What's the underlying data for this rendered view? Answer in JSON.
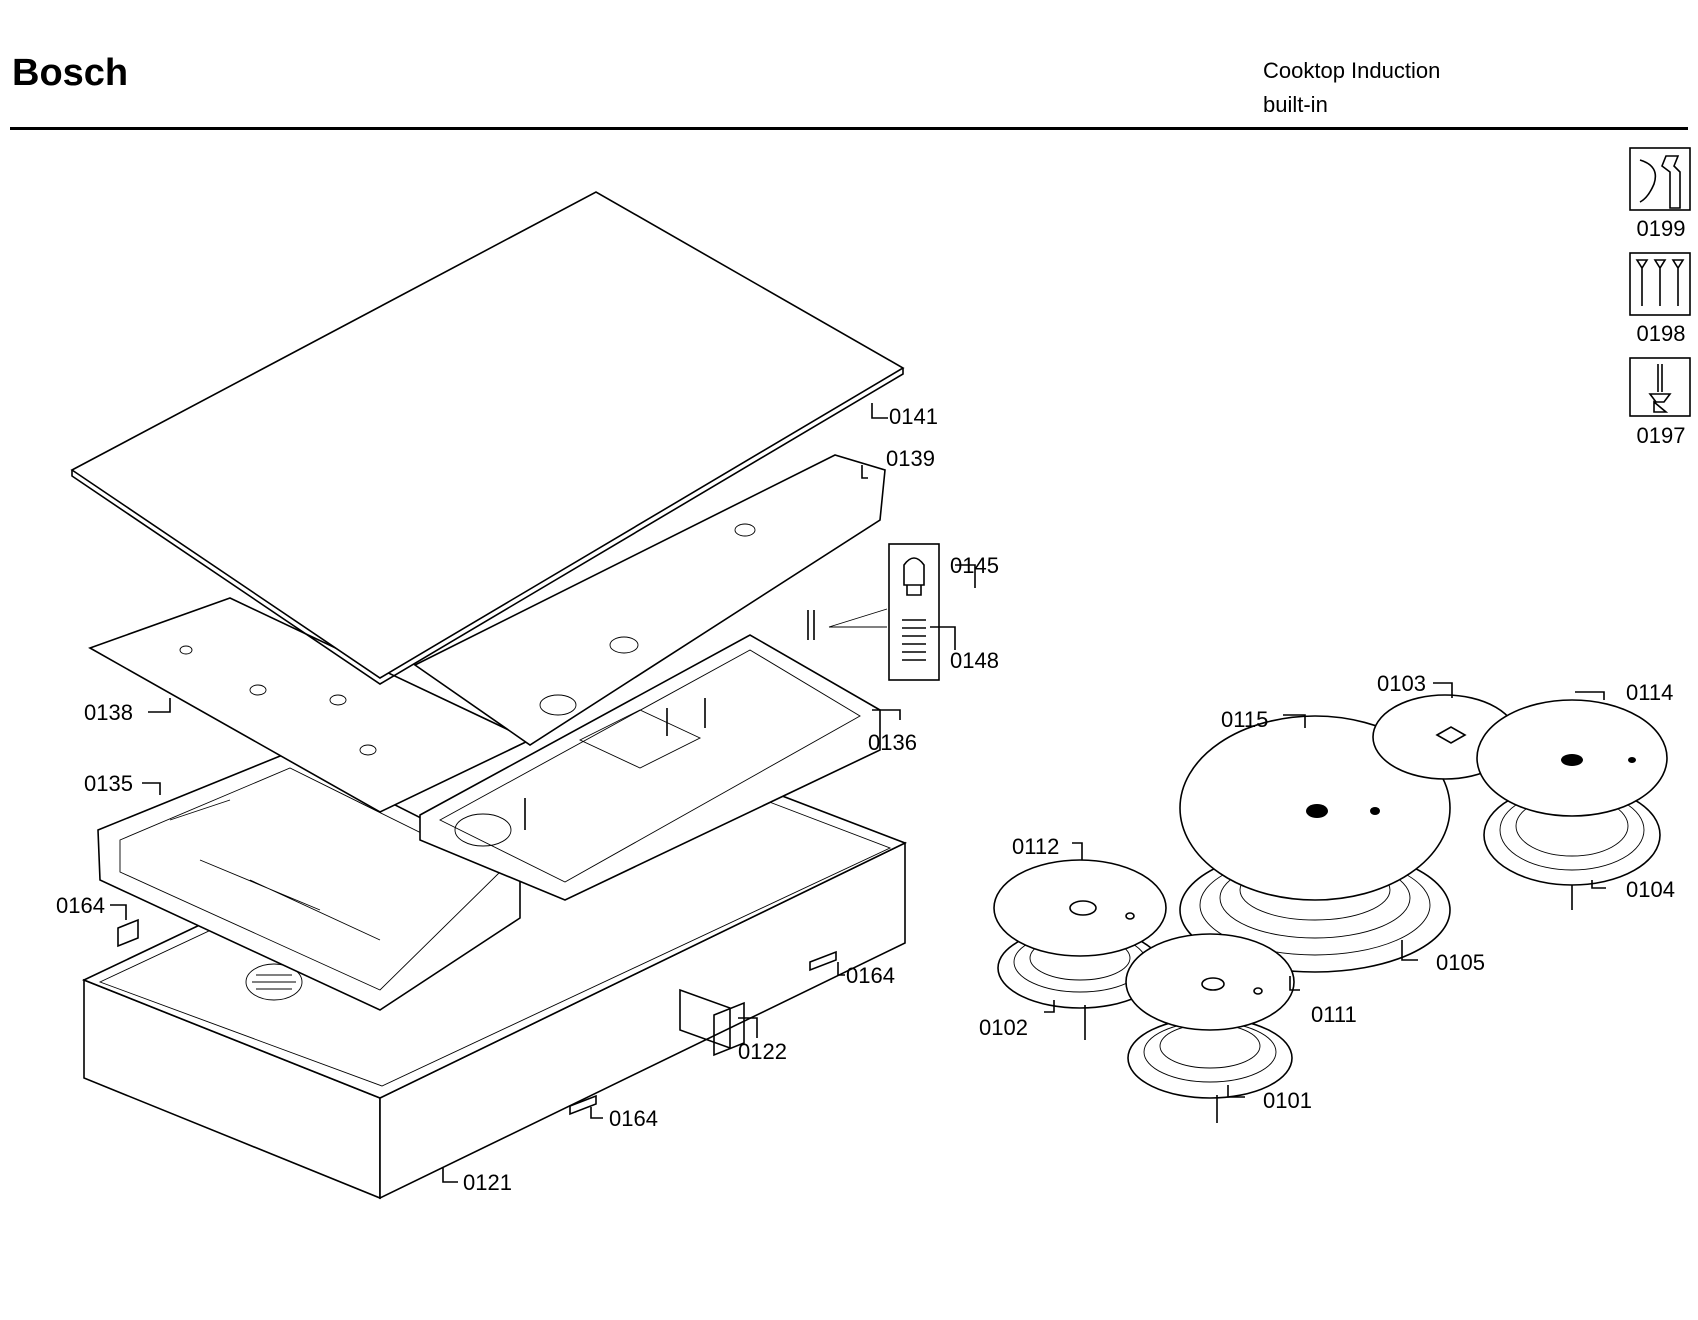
{
  "header": {
    "brand": "Bosch",
    "subtitle_line1": "Cooktop Induction",
    "subtitle_line2": "built-in"
  },
  "tool_icons": [
    {
      "label": "0199",
      "icon": "wrench-icon"
    },
    {
      "label": "0198",
      "icon": "screws-icon"
    },
    {
      "label": "0197",
      "icon": "screwdriver-icon"
    }
  ],
  "parts": {
    "glass_top": "0141",
    "cover_plate": "0139",
    "pin": "0145",
    "spring": "0148",
    "left_plate": "0138",
    "frame_right": "0136",
    "frame_left": "0135",
    "clip_left": "0164",
    "clip_mid": "0164",
    "clip_bottom": "0164",
    "bracket": "0122",
    "housing": "0121",
    "coil_plate_0103": "0103",
    "coil_plate_0114": "0114",
    "coil_plate_0115": "0115",
    "coil_plate_0112": "0112",
    "coil_0104": "0104",
    "coil_0105": "0105",
    "coil_0111": "0111",
    "coil_0102": "0102",
    "coil_0101": "0101"
  }
}
